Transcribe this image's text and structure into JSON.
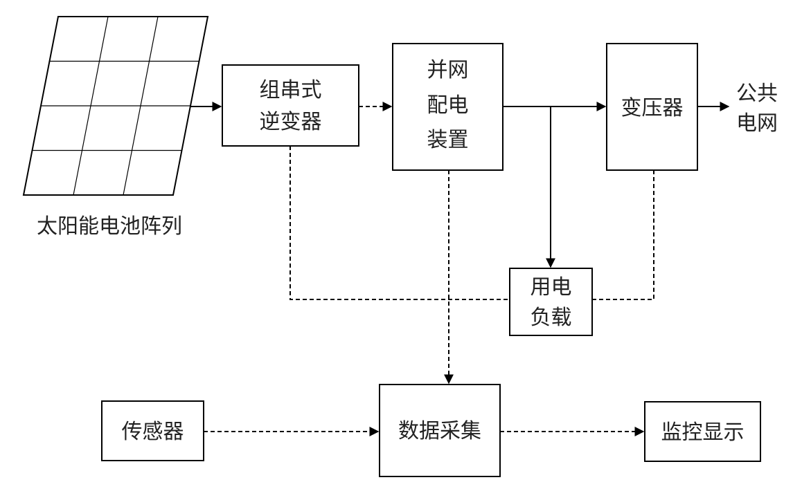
{
  "colors": {
    "stroke": "#000000",
    "text": "#222222",
    "background": "#ffffff"
  },
  "solar_array": {
    "label": "太阳能电池阵列",
    "icon": "solar-panel-icon"
  },
  "inverter": {
    "line1": "组串式",
    "line2": "逆变器"
  },
  "grid_tie": {
    "line1": "并网",
    "line2": "配电",
    "line3": "装置"
  },
  "transformer": {
    "label": "变压器"
  },
  "public_grid": {
    "line1": "公共",
    "line2": "电网"
  },
  "load": {
    "line1": "用电",
    "line2": "负载"
  },
  "sensor": {
    "label": "传感器"
  },
  "data_acquisition": {
    "label": "数据采集"
  },
  "monitor_display": {
    "label": "监控显示"
  },
  "connections": [
    {
      "from": "solar_array",
      "to": "inverter",
      "style": "solid"
    },
    {
      "from": "inverter",
      "to": "grid_tie",
      "style": "dashed"
    },
    {
      "from": "grid_tie",
      "to": "transformer",
      "style": "solid"
    },
    {
      "from": "grid_tie",
      "to": "load",
      "style": "solid"
    },
    {
      "from": "transformer",
      "to": "public_grid",
      "style": "solid"
    },
    {
      "from": "inverter",
      "to": "data_acquisition",
      "style": "dashed"
    },
    {
      "from": "transformer",
      "to": "data_acquisition",
      "style": "dashed"
    },
    {
      "from": "grid_tie",
      "to": "data_acquisition",
      "style": "dash-dot"
    },
    {
      "from": "sensor",
      "to": "data_acquisition",
      "style": "dashed"
    },
    {
      "from": "data_acquisition",
      "to": "monitor_display",
      "style": "dashed"
    }
  ]
}
